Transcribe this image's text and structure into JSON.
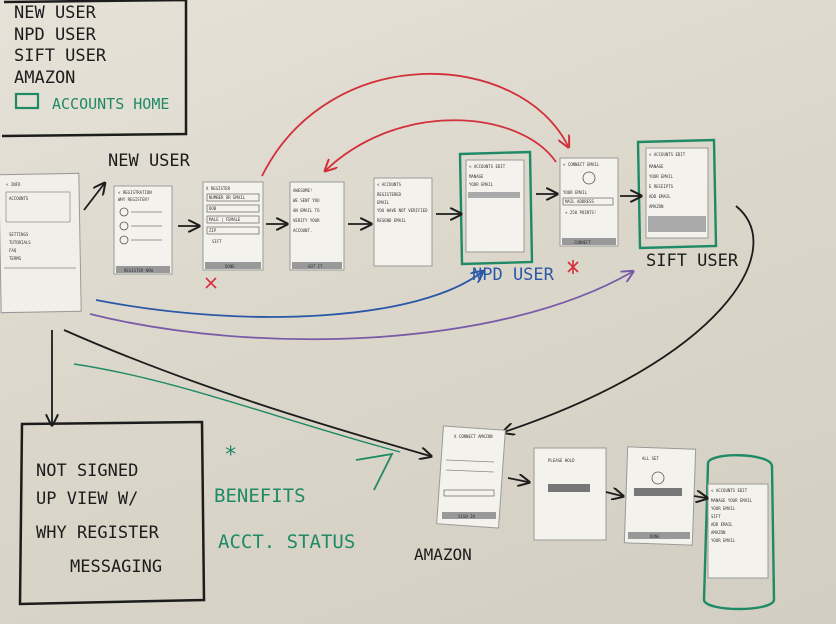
{
  "legend": {
    "lines": [
      "NEW USER",
      "NPD USER",
      "SIFT USER",
      "AMAZON"
    ],
    "accounts_home": "ACCOUNTS HOME"
  },
  "labels": {
    "new_user": "NEW USER",
    "npd_user": "NPD USER",
    "sift_user": "SIFT USER",
    "amazon": "AMAZON",
    "star": "*",
    "benefits": "BENEFITS",
    "acct_status": "ACCT. STATUS",
    "not_signed_up": [
      "NOT SIGNED",
      "UP VIEW W/",
      "WHY REGISTER",
      "MESSAGING"
    ]
  },
  "cards": {
    "info": {
      "title": "< INFO",
      "lines": [
        "ACCOUNTS",
        "SETTINGS",
        "TUTORIALS",
        "FAQ",
        "TERMS"
      ]
    },
    "registration": {
      "title": "< REGISTRATION",
      "sub": "WHY REGISTER?",
      "button": "REGISTER NOW"
    },
    "register": {
      "title": "X REGISTER",
      "lines": [
        "NUMBER OR EMAIL",
        "DOB",
        "MALE | FEMALE",
        "ZIP",
        "SIFT"
      ],
      "button": "DONE"
    },
    "awesome": {
      "lines": [
        "AWESOME!",
        "WE SENT YOU",
        "AN EMAIL TO",
        "VERIFY YOUR",
        "ACCOUNT."
      ],
      "button": "GOT IT"
    },
    "accounts_verify": {
      "title": "< ACCOUNTS",
      "lines": [
        "REGISTERED",
        "EMAIL",
        "YOU HAVE NOT VERIFIED",
        "RESEND EMAIL"
      ]
    },
    "npd_accounts": {
      "title": "< ACCOUNTS EDIT",
      "lines": [
        "MANAGE",
        "YOUR EMAIL"
      ]
    },
    "connect_email": {
      "title": "< CONNECT EMAIL",
      "lines": [
        "YOUR EMAIL",
        "MAIL ADDRESS",
        "+ 250 POINTS!"
      ],
      "button": "CONNECT"
    },
    "sift_accounts": {
      "title": "< ACCOUNTS EDIT",
      "lines": [
        "MANAGE",
        "YOUR EMAIL",
        "E RECEIPTS",
        "ADD EMAIL",
        "AMAZON"
      ]
    },
    "connect_amazon": {
      "title": "X CONNECT AMAZON",
      "button": "SIGN IN"
    },
    "please_hold": {
      "lines": [
        "PLEASE HOLD"
      ]
    },
    "all_set": {
      "title": "ALL SET",
      "button": "DONE"
    },
    "amazon_accounts": {
      "title": "< ACCOUNTS EDIT",
      "lines": [
        "MANAGE YOUR EMAIL",
        "YOUR EMAIL",
        "SIFT",
        "ADD EMAIL",
        "AMAZON",
        "YOUR EMAIL"
      ]
    }
  },
  "colors": {
    "black": "#1c1c1c",
    "red": "#d2303a",
    "green": "#1f8a66",
    "blue": "#2a58a8",
    "purple": "#7a5ba8"
  }
}
